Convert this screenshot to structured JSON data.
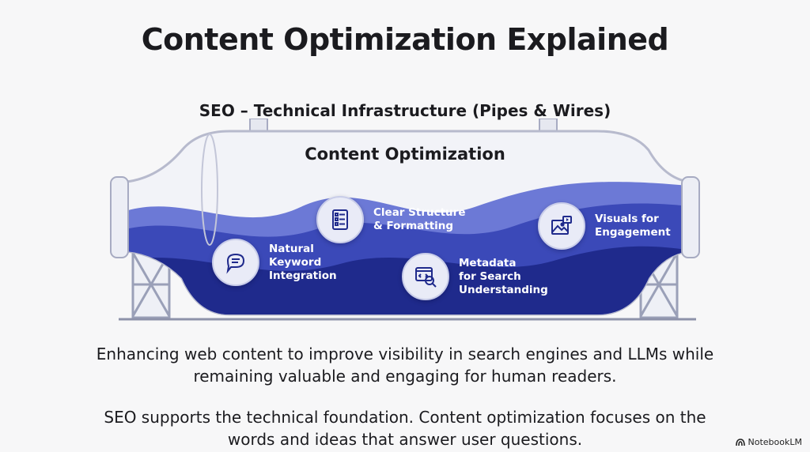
{
  "title": "Content Optimization Explained",
  "pipe_label": "SEO – Technical Infrastructure (Pipes & Wires)",
  "pipe_title": "Content Optimization",
  "features": [
    {
      "label": "Natural\nKeyword\nIntegration",
      "icon": "speech-bubble-icon"
    },
    {
      "label": "Clear Structure\n& Formatting",
      "icon": "document-list-icon"
    },
    {
      "label": "Metadata\nfor Search\nUnderstanding",
      "icon": "code-search-icon"
    },
    {
      "label": "Visuals for\nEngagement",
      "icon": "image-video-icon"
    }
  ],
  "description_1": "Enhancing web content to improve visibility in search engines and LLMs while remaining valuable and engaging for human readers.",
  "description_2": "SEO supports the technical foundation. Content optimization focuses on the words and ideas that answer user questions.",
  "brand": "NotebookLM",
  "colors": {
    "wave_dark": "#1f2a8c",
    "wave_mid": "#3b49b8",
    "wave_light": "#6c79d6",
    "pipe": "#d6d8e6"
  }
}
